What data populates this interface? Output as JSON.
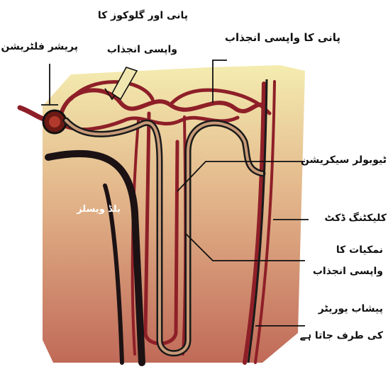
{
  "labels": {
    "pressure_filtration": "پریشر فلٹریشن",
    "water_glucose_line1": "پانی اور گلوکوز کا",
    "water_glucose_line2": "واپسی انجذاب",
    "water_reabsorption": "پانی کا واپسی انجذاب",
    "tubular_secretion": "ٹیوبولر سیکریشن",
    "blood_vessels": "بلڈ ویسلز",
    "collecting_duct": "کلیکٹنگ ڈکٹ",
    "salts_line1": "نمکیات کا",
    "salts_line2": "واپسی انجذاب",
    "urine_line1": "پیشاب یوریٹر",
    "urine_line2": "کی طرف جاتا ہے"
  },
  "colors": {
    "tissue_top": "#f4ecb0",
    "tissue_bottom": "#c06a58",
    "vessel": "#8e1f28",
    "tubule_outline": "#1a1a1a",
    "tubule_fill": "#c79a78",
    "leader": "#111111"
  }
}
